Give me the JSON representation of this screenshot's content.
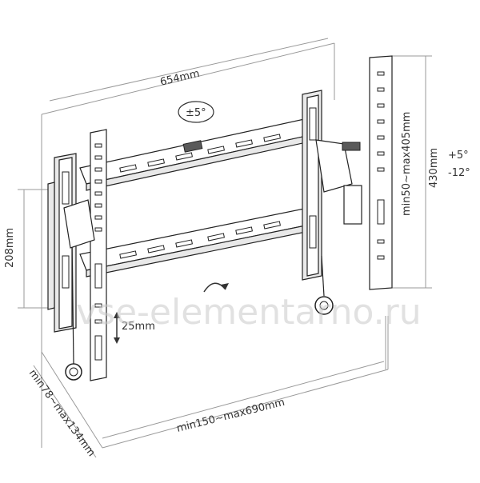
{
  "diagram": {
    "width_label": "654mm",
    "height_label": "430mm",
    "left_height_label": "208mm",
    "tilt_center_label": "±5°",
    "tilt_up_label": "+5°",
    "tilt_down_label": "-12°",
    "vertical_range_label": "min50~max405mm",
    "depth_label": "min78~max134mm",
    "horizontal_range_label": "min150~max690mm",
    "shift_label": "25mm",
    "watermark": "vse-elementarno.ru"
  }
}
